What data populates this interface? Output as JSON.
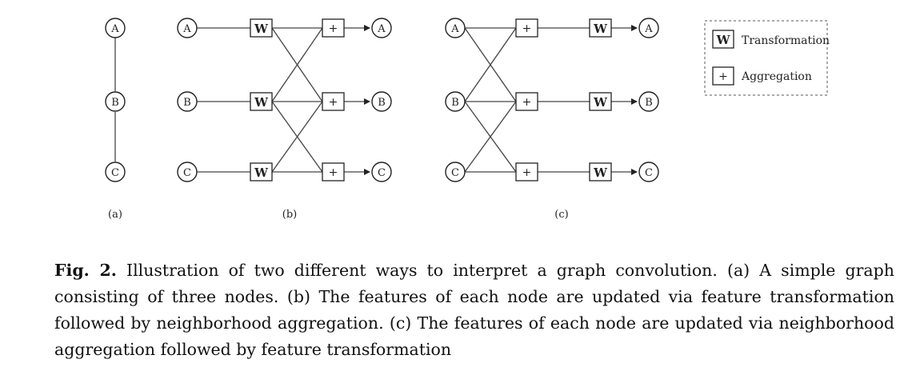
{
  "figure": {
    "nodes": [
      "A",
      "B",
      "C"
    ],
    "transform_symbol": "W",
    "aggregate_symbol": "+",
    "panel_labels": {
      "a": "(a)",
      "b": "(b)",
      "c": "(c)"
    },
    "legend": {
      "transformation_symbol": "W",
      "transformation_label": "Transformation",
      "aggregation_symbol": "+",
      "aggregation_label": "Aggregation"
    }
  },
  "caption": {
    "label": "Fig. 2.",
    "text": "Illustration of two different ways to interpret a graph convolution. (a) A simple graph consisting of three nodes. (b) The features of each node are updated via feature transformation followed by neighborhood aggregation. (c) The features of each node are updated via neighborhood aggregation followed by feature transformation"
  }
}
